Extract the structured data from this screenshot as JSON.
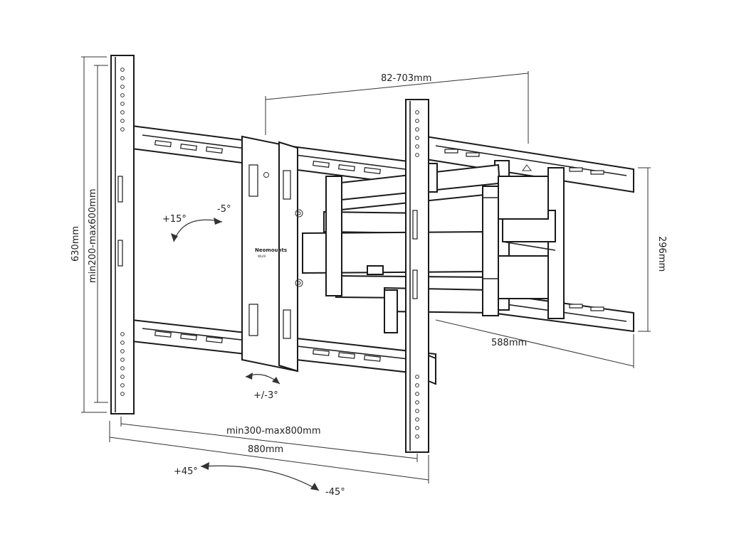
{
  "dimensions": {
    "arm_extension": "82-703mm",
    "overall_height": "630mm",
    "vertical_hole_range": "min200-max600mm",
    "wall_plate_height": "296mm",
    "wall_plate_width": "588mm",
    "horizontal_hole_range": "min300-max800mm",
    "overall_width": "880mm"
  },
  "angles": {
    "tilt_up": "+15°",
    "tilt_down": "-5°",
    "rotation": "+/-3°",
    "swivel_left": "+45°",
    "swivel_right": "-45°"
  },
  "brand": {
    "name": "Neomounts",
    "model": "WL40"
  }
}
